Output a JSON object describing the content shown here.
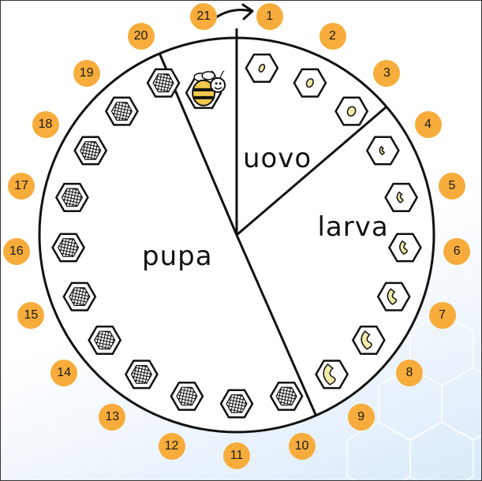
{
  "diagram": {
    "stages": [
      {
        "id": "egg",
        "label": "uovo",
        "days": [
          1,
          2,
          3
        ]
      },
      {
        "id": "larva",
        "label": "larva",
        "days": [
          4,
          5,
          6,
          7,
          8,
          9
        ]
      },
      {
        "id": "pupa",
        "label": "pupa",
        "days": [
          10,
          11,
          12,
          13,
          14,
          15,
          16,
          17,
          18,
          19,
          20
        ]
      },
      {
        "id": "adult",
        "label": "",
        "days": [
          21
        ]
      }
    ],
    "days": [
      "1",
      "2",
      "3",
      "4",
      "5",
      "6",
      "7",
      "8",
      "9",
      "10",
      "11",
      "12",
      "13",
      "14",
      "15",
      "16",
      "17",
      "18",
      "19",
      "20",
      "21"
    ],
    "direction": "clockwise",
    "colors": {
      "badge": "#f7ac3b",
      "outline": "#111111",
      "larva_fill": "#f3e9a8",
      "bee_body": "#f2c94c",
      "background_tint": "#d9eaf8"
    },
    "icons": [
      "curved-arrow-icon",
      "egg-cell-icon",
      "larva-cell-icon",
      "pupa-cell-icon",
      "bee-icon"
    ]
  }
}
